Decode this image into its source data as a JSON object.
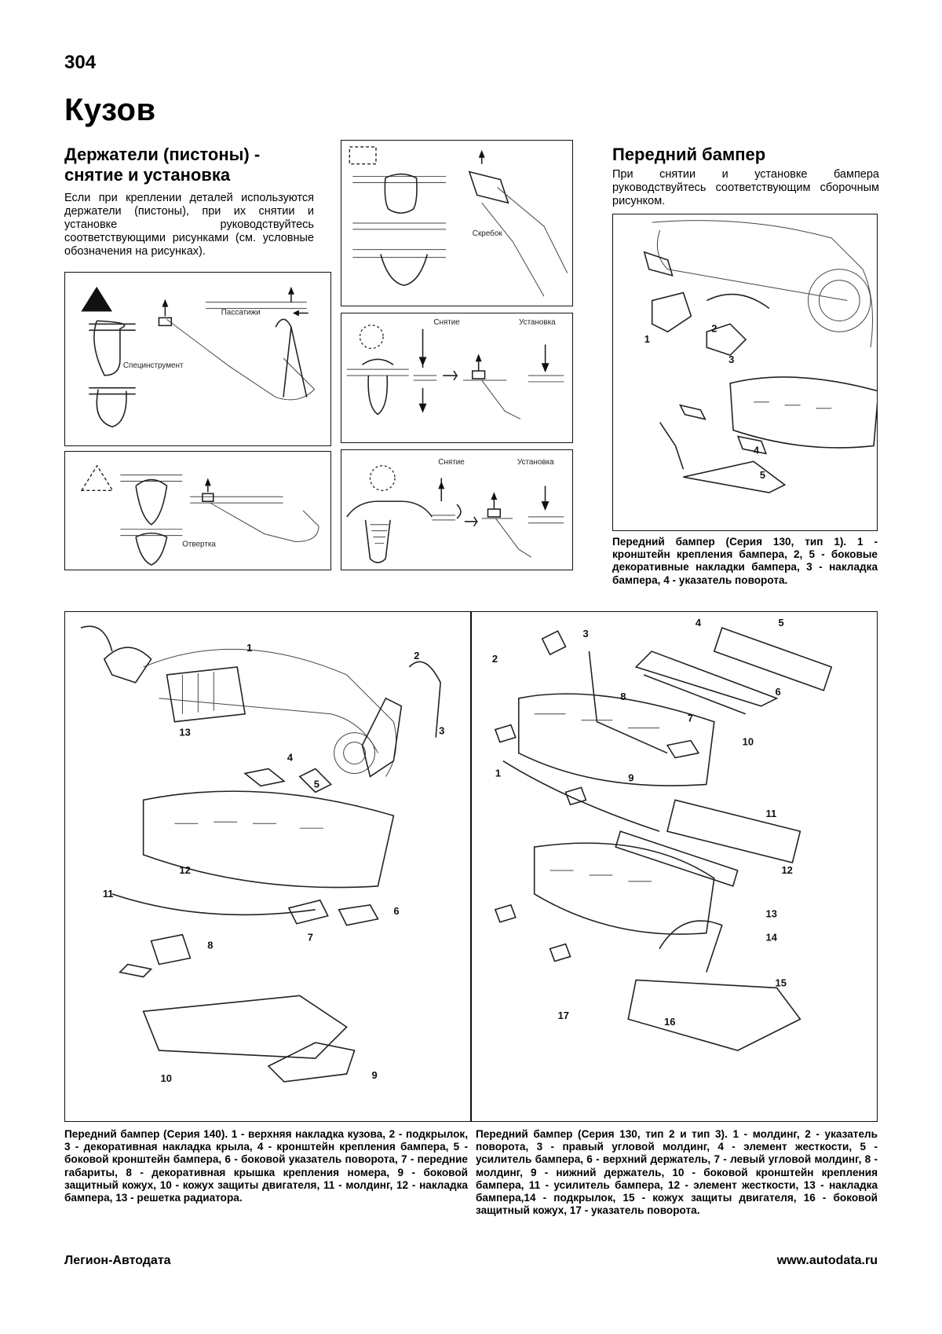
{
  "page": {
    "number": "304",
    "section": "Кузов"
  },
  "holders": {
    "heading": "Держатели (пистоны) - снятие и установка",
    "text": "Если при креплении деталей используются держатели (пистоны), при их снятии и установке руководствуйтесь соответствующими рисунками (см. условные обозначения на рисунках).",
    "fig1": {
      "label_pliers": "Пассатижи",
      "label_tool": "Специнструмент"
    },
    "fig2": {
      "label_screwdriver": "Отвертка"
    },
    "fig3": {
      "label_scraper": "Скребок"
    },
    "fig4": {
      "label_remove": "Снятие",
      "label_install": "Установка"
    },
    "fig5": {
      "label_remove": "Снятие",
      "label_install": "Установка"
    }
  },
  "front_bumper": {
    "heading": "Передний бампер",
    "text": "При снятии и установке бампера руководствуйтесь соответствующим сборочным рисунком.",
    "caption": "Передний бампер (Серия 130, тип 1). 1 - кронштейн крепления бампера, 2, 5 - боковые декоративные накладки бампера, 3 - накладка бампера, 4 - указатель поворота.",
    "callouts": [
      "1",
      "2",
      "3",
      "4",
      "5"
    ]
  },
  "series140": {
    "caption": "Передний бампер (Серия 140). 1 - верхняя накладка кузова, 2 - подкрылок, 3 - декоративная накладка крыла, 4 - кронштейн крепления бампера, 5 - боковой кронштейн бампера, 6 - боковой указатель поворота, 7 - передние габариты, 8 - декоративная крышка крепления номера, 9 - боковой защитный кожух, 10 - кожух защиты двигателя, 11 - молдинг, 12 - накладка бампера, 13 - решетка радиатора.",
    "callouts": [
      "1",
      "2",
      "3",
      "4",
      "5",
      "6",
      "7",
      "8",
      "9",
      "10",
      "11",
      "12",
      "13"
    ]
  },
  "series130": {
    "caption": "Передний бампер (Серия 130, тип 2 и тип 3). 1 - молдинг, 2 - указатель поворота, 3 - правый угловой молдинг, 4 - элемент жесткости, 5 - усилитель бампера, 6 - верхний держатель, 7 - левый угловой молдинг, 8 - молдинг, 9 - нижний держатель, 10 - боковой кронштейн крепления бампера, 11 - усилитель бампера, 12 - элемент жесткости, 13 - накладка бампера,14 - подкрылок, 15 - кожух защиты двигателя, 16 - боковой защитный кожух, 17 - указатель поворота.",
    "callouts": [
      "1",
      "2",
      "3",
      "4",
      "5",
      "6",
      "7",
      "8",
      "9",
      "10",
      "11",
      "12",
      "13",
      "14",
      "15",
      "16",
      "17"
    ]
  },
  "footer": {
    "publisher": "Легион-Автодата",
    "website": "www.autodata.ru"
  }
}
